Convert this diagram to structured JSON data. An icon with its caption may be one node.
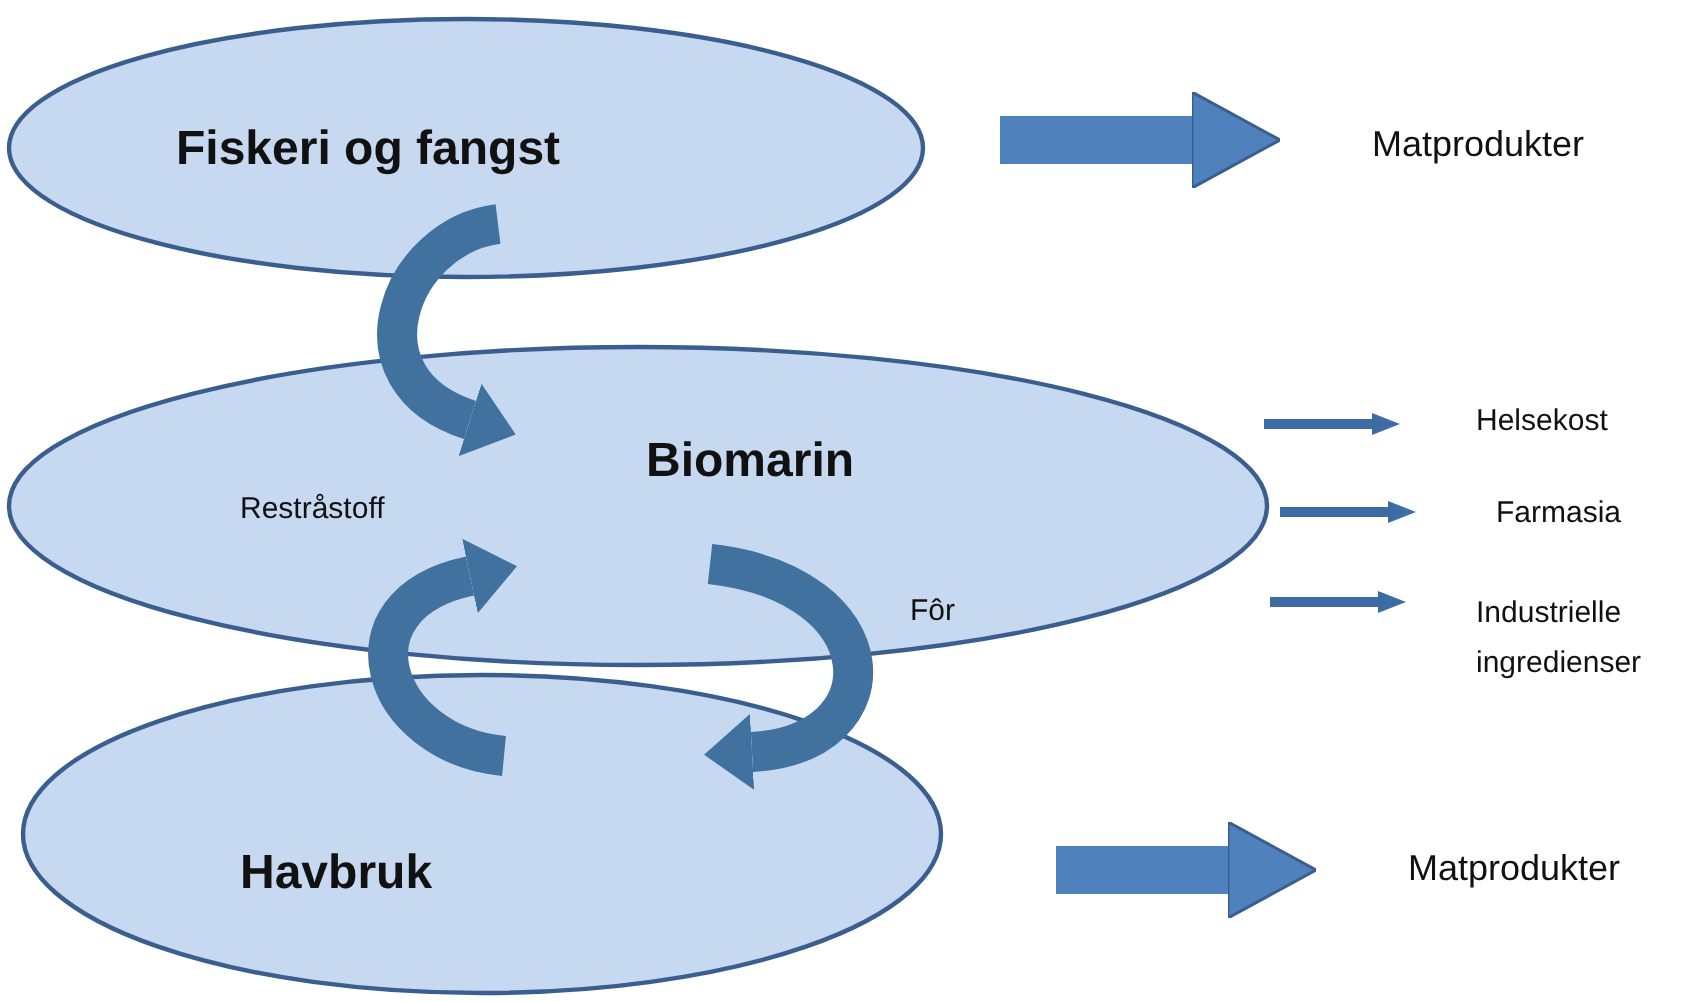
{
  "diagram": {
    "nodes": [
      {
        "text": [
          "Fiskeri og fangst"
        ]
      },
      {
        "text": [
          "Biomarin"
        ]
      },
      {
        "text": [
          "Havbruk"
        ]
      },
      {
        "text": [
          "Matprodukter"
        ]
      },
      {
        "text": [
          "Helsekost"
        ]
      },
      {
        "text": [
          "Farmasia"
        ]
      },
      {
        "text": [
          "Industrielle ingredienser"
        ]
      },
      {
        "text": [
          "Matprodukter"
        ]
      }
    ],
    "edges": [
      {
        "from": 0,
        "to": 3,
        "arrow": "to"
      },
      {
        "from": 0,
        "to": 1,
        "arrow": "to"
      },
      {
        "from": 2,
        "to": 1,
        "arrow": "to"
      },
      {
        "from": 1,
        "to": 2,
        "arrow": "to",
        "label": "Fôr"
      },
      {
        "from": 1,
        "to": 4,
        "arrow": "to"
      },
      {
        "from": 1,
        "to": 5,
        "arrow": "to"
      },
      {
        "from": 1,
        "to": 6,
        "arrow": "to"
      },
      {
        "from": 2,
        "to": 7,
        "arrow": "to"
      }
    ],
    "labels": [
      "Restråstoff"
    ]
  }
}
